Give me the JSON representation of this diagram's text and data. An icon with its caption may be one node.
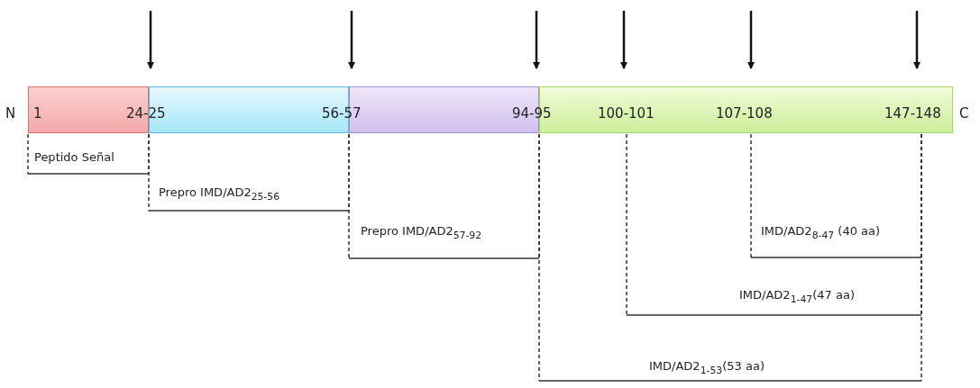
{
  "diagram": {
    "nodes": [
      {
        "text": [],
        "shape": "bar"
      },
      {
        "text": [],
        "shape": "bar"
      },
      {
        "text": [],
        "shape": "bar"
      },
      {
        "text": [],
        "shape": "bar"
      }
    ],
    "labels": [
      "N",
      "1",
      "24-25",
      "56-57",
      "94-95",
      "100-101",
      "107-108",
      "147-148",
      "C",
      "Peptido Señal",
      "Prepro IMD/AD2$_{25-56}$",
      "Prepro IMD/AD2$_{57-92}$",
      "IMD/AD2$_{8-47}$ (40 aa)",
      "IMD/AD2$_{1-47}$(47 aa)",
      "IMD/AD2$_{1-53}$(53 aa)"
    ]
  }
}
